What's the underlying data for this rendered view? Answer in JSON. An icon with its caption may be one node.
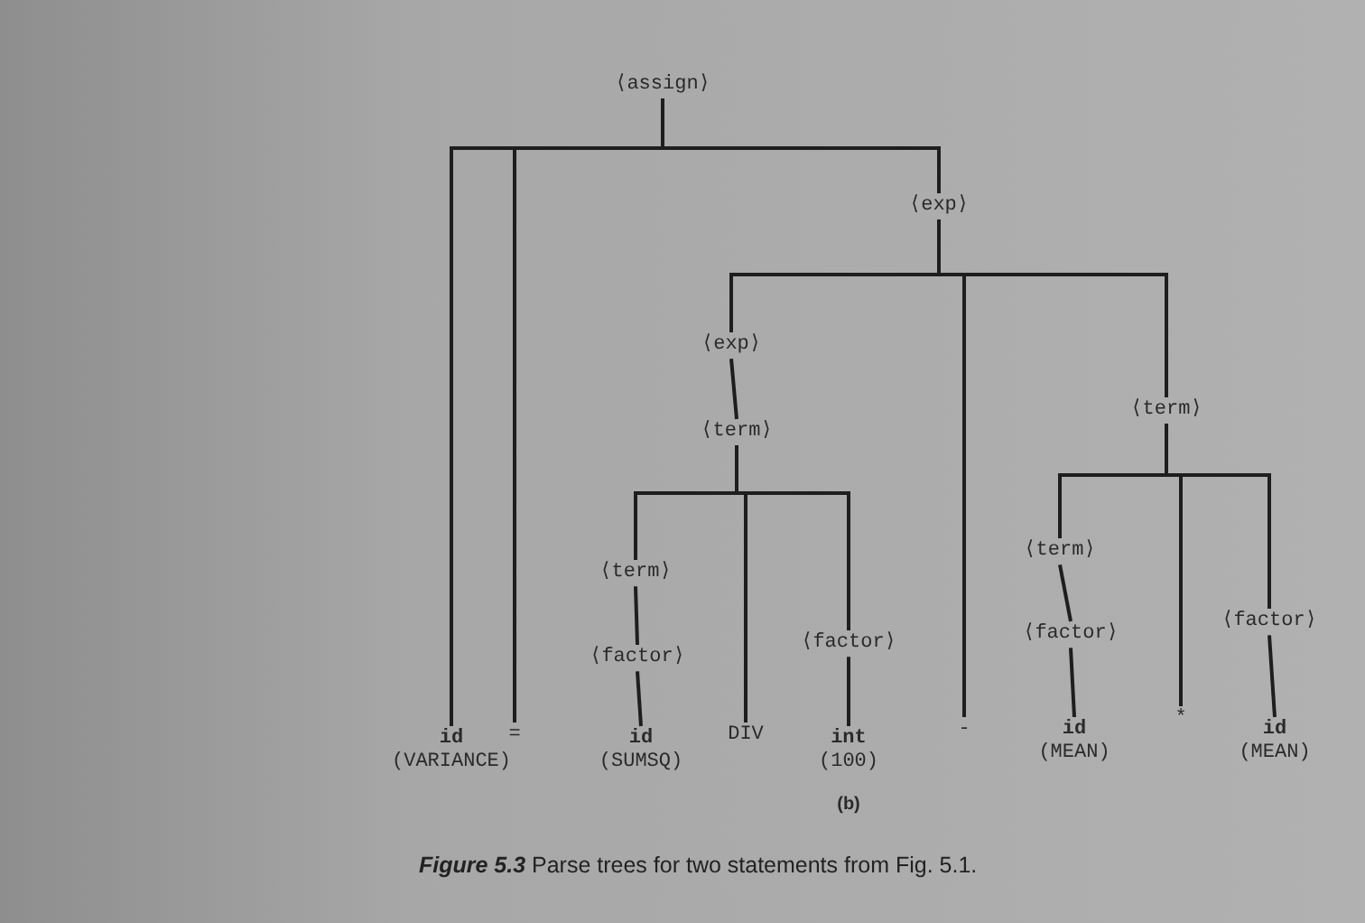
{
  "diagram": {
    "caption": "**Figure 5.3** Parse trees for two statements from Fig. 5.1.",
    "nodes": [
      {
        "text": [
          "⟨assign⟩"
        ]
      },
      {
        "text": [
          "id",
          "(VARIANCE)"
        ]
      },
      {
        "text": [
          "="
        ]
      },
      {
        "text": [
          "⟨exp⟩"
        ]
      },
      {
        "text": [
          "⟨exp⟩"
        ]
      },
      {
        "text": [
          "⟨term⟩"
        ]
      },
      {
        "text": [
          "⟨term⟩"
        ]
      },
      {
        "text": [
          "⟨factor⟩"
        ]
      },
      {
        "text": [
          "id",
          "(SUMSQ)"
        ]
      },
      {
        "text": [
          "DIV"
        ]
      },
      {
        "text": [
          "⟨factor⟩"
        ]
      },
      {
        "text": [
          "int",
          "(100)"
        ]
      },
      {
        "text": [
          "-"
        ]
      },
      {
        "text": [
          "⟨term⟩"
        ]
      },
      {
        "text": [
          "⟨term⟩"
        ]
      },
      {
        "text": [
          "⟨factor⟩"
        ]
      },
      {
        "text": [
          "id",
          "(MEAN)"
        ]
      },
      {
        "text": [
          "*"
        ]
      },
      {
        "text": [
          "⟨factor⟩"
        ]
      },
      {
        "text": [
          "id",
          "(MEAN)"
        ]
      }
    ],
    "edges": [
      {
        "from": 0,
        "to": 1,
        "arrow": "none"
      },
      {
        "from": 0,
        "to": 2,
        "arrow": "none"
      },
      {
        "from": 0,
        "to": 3,
        "arrow": "none"
      },
      {
        "from": 3,
        "to": 4,
        "arrow": "none"
      },
      {
        "from": 3,
        "to": 12,
        "arrow": "none"
      },
      {
        "from": 3,
        "to": 13,
        "arrow": "none"
      },
      {
        "from": 4,
        "to": 5,
        "arrow": "none"
      },
      {
        "from": 5,
        "to": 6,
        "arrow": "none"
      },
      {
        "from": 5,
        "to": 9,
        "arrow": "none"
      },
      {
        "from": 5,
        "to": 10,
        "arrow": "none"
      },
      {
        "from": 6,
        "to": 7,
        "arrow": "none"
      },
      {
        "from": 7,
        "to": 8,
        "arrow": "none"
      },
      {
        "from": 10,
        "to": 11,
        "arrow": "none"
      },
      {
        "from": 13,
        "to": 14,
        "arrow": "none"
      },
      {
        "from": 13,
        "to": 17,
        "arrow": "none"
      },
      {
        "from": 13,
        "to": 18,
        "arrow": "none"
      },
      {
        "from": 14,
        "to": 15,
        "arrow": "none"
      },
      {
        "from": 15,
        "to": 16,
        "arrow": "none"
      },
      {
        "from": 18,
        "to": 19,
        "arrow": "none"
      }
    ],
    "labels": [
      "(b)"
    ]
  }
}
